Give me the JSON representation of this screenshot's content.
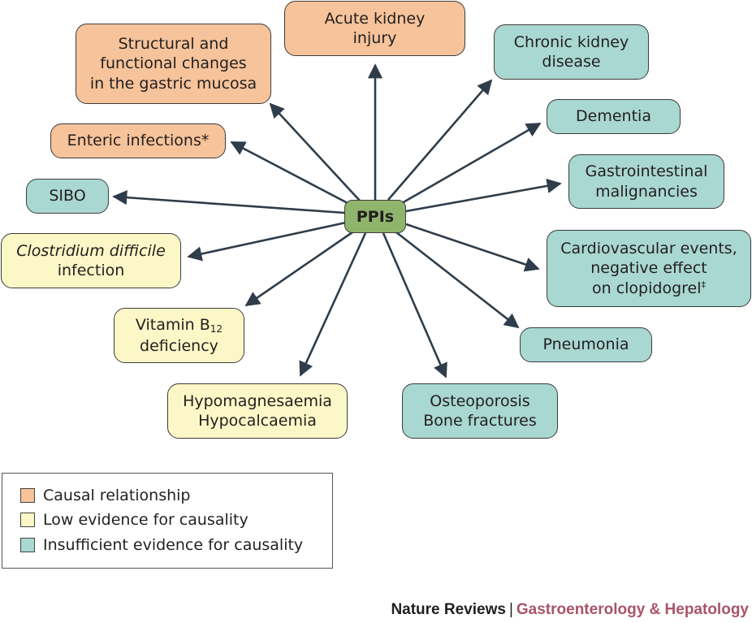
{
  "center": {
    "label": "PPIs"
  },
  "nodes": [
    {
      "id": "acute-kidney-injury",
      "label": "Acute kidney\ninjury",
      "category": "causal"
    },
    {
      "id": "structural-gastric",
      "label": "Structural and\nfunctional changes\nin the gastric mucosa",
      "category": "causal"
    },
    {
      "id": "enteric-infections",
      "label": "Enteric infections*",
      "category": "causal"
    },
    {
      "id": "sibo",
      "label": "SIBO",
      "category": "insufficient"
    },
    {
      "id": "c-difficile",
      "label": "Clostridium difficile",
      "label2": "infection",
      "category": "low"
    },
    {
      "id": "vitamin-b12",
      "label": "Vitamin B",
      "sub": "12",
      "label2": "deficiency",
      "category": "low"
    },
    {
      "id": "hypomagnesaemia",
      "label": "Hypomagnesaemia\nHypocalcaemia",
      "category": "low"
    },
    {
      "id": "osteoporosis",
      "label": "Osteoporosis\nBone fractures",
      "category": "insufficient"
    },
    {
      "id": "pneumonia",
      "label": "Pneumonia",
      "category": "insufficient"
    },
    {
      "id": "cardiovascular",
      "label": "Cardiovascular events,\nnegative effect\non clopidogrel",
      "sup": "‡",
      "category": "insufficient"
    },
    {
      "id": "gi-malignancies",
      "label": "Gastrointestinal\nmalignancies",
      "category": "insufficient"
    },
    {
      "id": "dementia",
      "label": "Dementia",
      "category": "insufficient"
    },
    {
      "id": "chronic-kidney",
      "label": "Chronic kidney\ndisease",
      "category": "insufficient"
    }
  ],
  "legend": [
    {
      "label": "Causal relationship",
      "color": "#f6c39a"
    },
    {
      "label": "Low evidence for causality",
      "color": "#fcf7c6"
    },
    {
      "label": "Insufficient evidence for causality",
      "color": "#a9d7d2"
    }
  ],
  "footer": {
    "brand": "Nature Reviews",
    "separator": "|",
    "journal": "Gastroenterology & Hepatology"
  },
  "colors": {
    "causal": "#f6c39a",
    "low": "#fcf7c6",
    "insufficient": "#a9d7d2",
    "center": "#8fb56c",
    "arrow": "#2f3d4a"
  }
}
